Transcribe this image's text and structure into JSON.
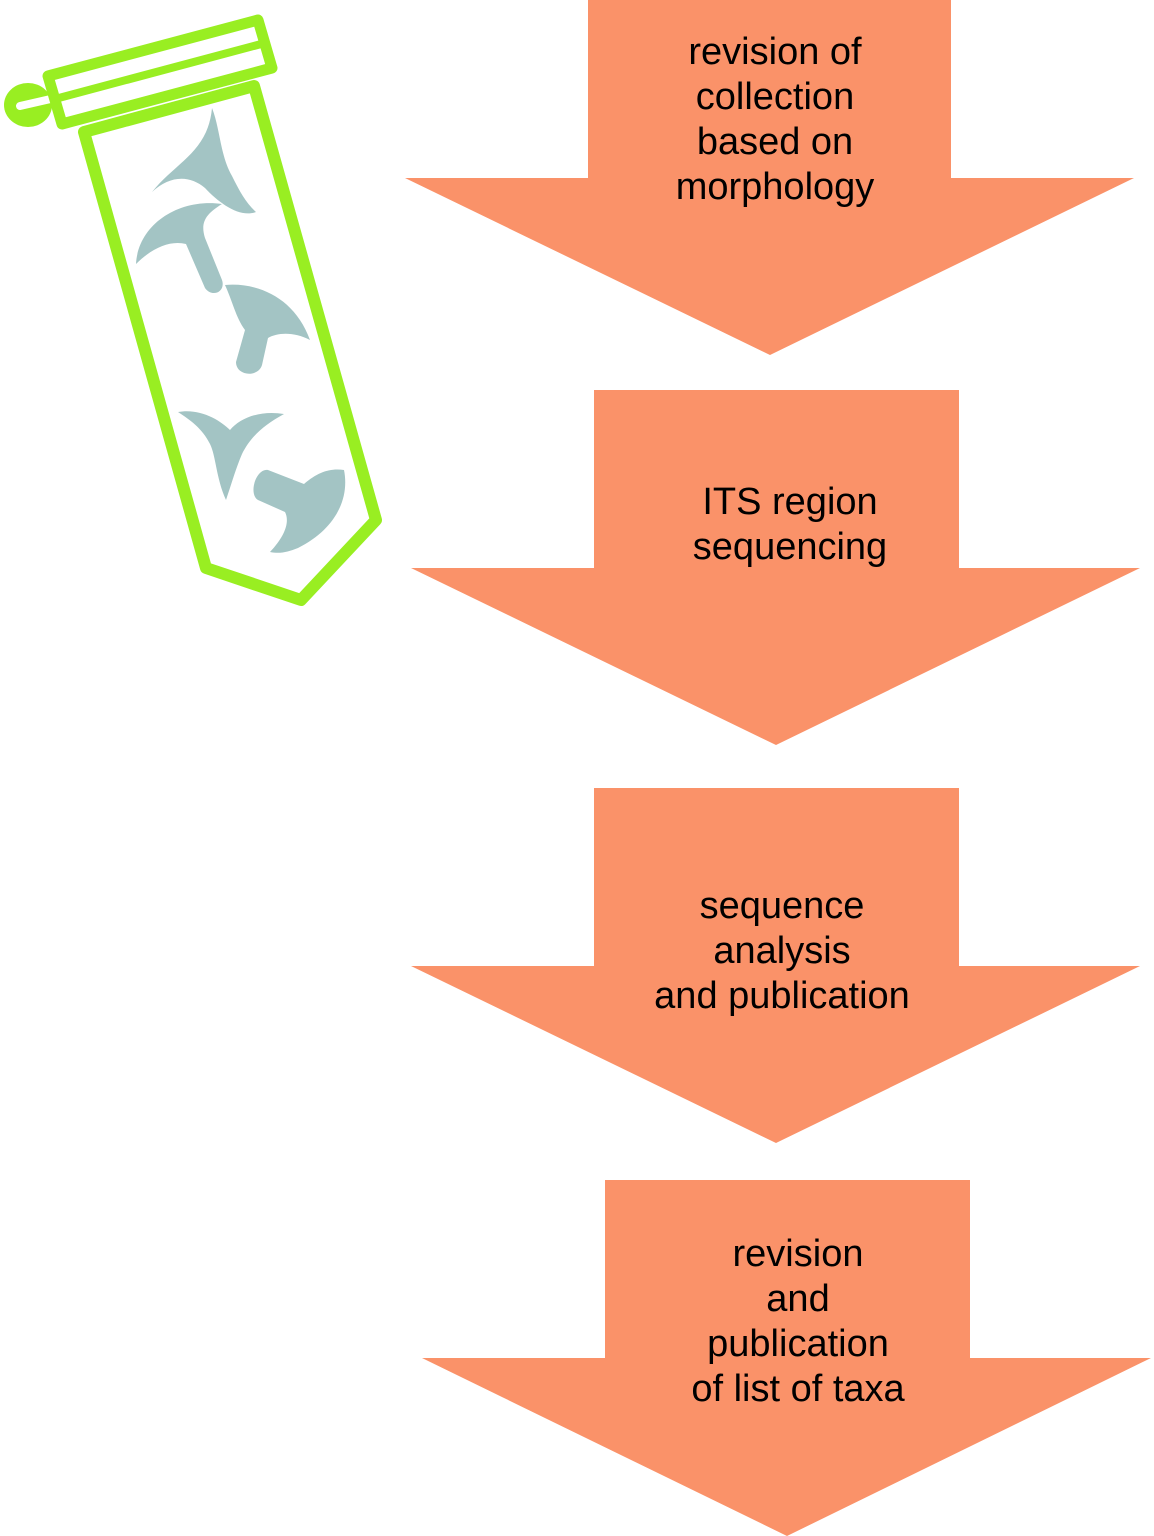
{
  "colors": {
    "arrow_fill": "#fa9269",
    "tube_outline": "#99ee22",
    "mushroom_fill": "#a3c4c4",
    "text": "#000000"
  },
  "icon": "test-tube-with-mushrooms-icon",
  "steps": [
    {
      "lines": [
        "revision of",
        "collection",
        "based on",
        "morphology"
      ]
    },
    {
      "lines": [
        "ITS region",
        "sequencing"
      ]
    },
    {
      "lines": [
        "sequence",
        "analysis",
        "and publication"
      ]
    },
    {
      "lines": [
        "revision",
        "and",
        "publication",
        "of list of taxa"
      ]
    }
  ]
}
